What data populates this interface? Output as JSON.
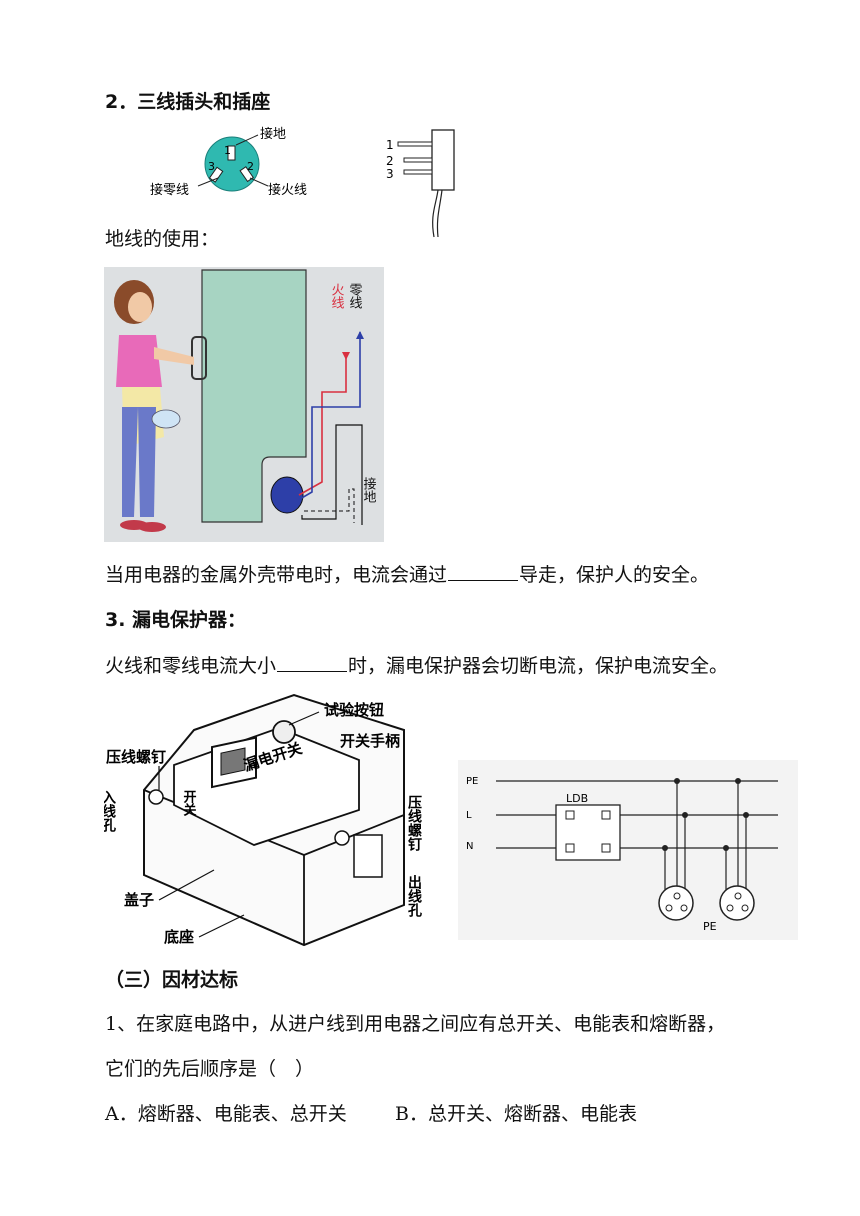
{
  "section2": {
    "heading": "2．三线插头和插座",
    "socket_labels": {
      "ground": "接地",
      "neutral": "接零线",
      "live": "接火线",
      "pin1": "1",
      "pin2": "2",
      "pin3": "3"
    },
    "plug_labels": {
      "p1": "1",
      "p2": "2",
      "p3": "3"
    },
    "ground_use_title": "地线的使用：",
    "illustration_labels": {
      "live": "火线",
      "neutral": "零线",
      "ground": "接地"
    },
    "sentence_before": "当用电器的金属外壳带电时，电流会通过",
    "sentence_after": "导走，保护人的安全。"
  },
  "section3": {
    "heading": "3. 漏电保护器：",
    "sentence_before": "火线和零线电流大小",
    "sentence_after": "时，漏电保护器会切断电流，保护电流安全。",
    "device_labels": {
      "test_button": "试验按钮",
      "switch_handle": "开关手柄",
      "screw_left": "压线螺钉",
      "inlet": "入线孔",
      "screw_right": "压线螺钉",
      "outlet": "出线孔",
      "cover": "盖子",
      "base": "底座",
      "face": "漏电开关",
      "sw": "开关"
    },
    "wiring_labels": {
      "pe": "PE",
      "l": "L",
      "n": "N",
      "ldb": "LDB",
      "pe_bottom": "PE"
    }
  },
  "section_three": {
    "heading": "（三）因材达标",
    "q1_line1": "1、在家庭电路中，从进户线到用电器之间应有总开关、电能表和熔断器，",
    "q1_line2": "它们的先后顺序是（　）",
    "option_a": "A．熔断器、电能表、总开关",
    "option_b": "B．总开关、熔断器、电能表"
  },
  "colors": {
    "socket_teal": "#2fb9b0",
    "live_red": "#d93040",
    "neutral_blue": "#2d3fa8",
    "panel_green": "#a7d4c2",
    "bg_gray": "#dde0e2"
  }
}
